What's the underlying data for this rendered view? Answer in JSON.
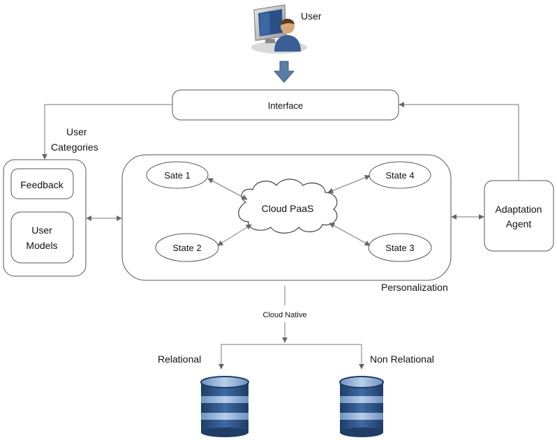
{
  "user": {
    "label": "User"
  },
  "interface": {
    "label": "Interface"
  },
  "user_categories": {
    "line1": "User",
    "line2": "Categories"
  },
  "left_panel": {
    "feedback": "Feedback",
    "user_models_line1": "User",
    "user_models_line2": "Models"
  },
  "center": {
    "states": {
      "state1": "Sate 1",
      "state2": "State 2",
      "state3": "State 3",
      "state4": "State 4"
    },
    "cloud": "Cloud PaaS",
    "caption": "Personalization"
  },
  "adaptation_agent": {
    "line1": "Adaptation",
    "line2": "Agent"
  },
  "storage": {
    "cloud_native": "Cloud Native",
    "relational": "Relational",
    "non_relational": "Non Relational"
  },
  "colors": {
    "line": "#777777",
    "box_border": "#555555",
    "db_dark": "#2c4f7c",
    "db_light": "#8fb0d8",
    "arrow_fill": "#5b7ca6"
  }
}
